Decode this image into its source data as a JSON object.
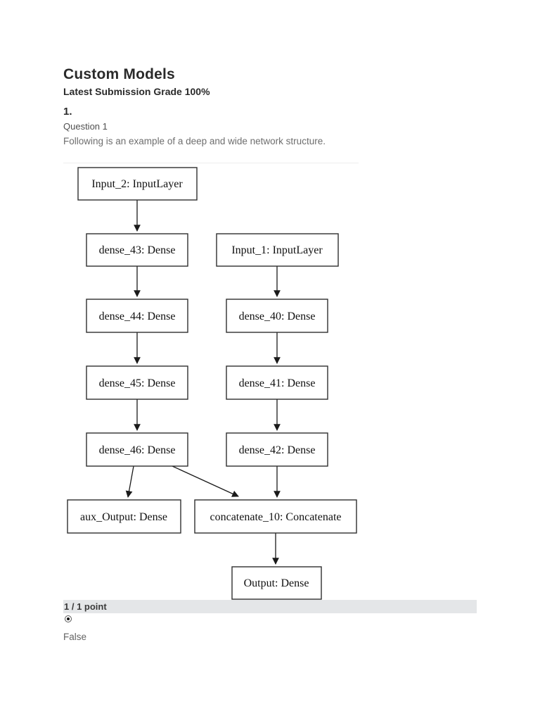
{
  "page": {
    "title": "Custom Models",
    "subtitle": "Latest Submission Grade 100%"
  },
  "question": {
    "number_label": "1.",
    "heading": "Question 1",
    "prompt": "Following is an example of a deep and wide network structure."
  },
  "diagram": {
    "nodes": [
      {
        "id": "input_2",
        "label": "Input_2: InputLayer"
      },
      {
        "id": "dense_43",
        "label": "dense_43: Dense"
      },
      {
        "id": "input_1",
        "label": "Input_1: InputLayer"
      },
      {
        "id": "dense_44",
        "label": "dense_44: Dense"
      },
      {
        "id": "dense_40",
        "label": "dense_40: Dense"
      },
      {
        "id": "dense_45",
        "label": "dense_45: Dense"
      },
      {
        "id": "dense_41",
        "label": "dense_41: Dense"
      },
      {
        "id": "dense_46",
        "label": "dense_46: Dense"
      },
      {
        "id": "dense_42",
        "label": "dense_42: Dense"
      },
      {
        "id": "aux_output",
        "label": "aux_Output: Dense"
      },
      {
        "id": "concatenate_10",
        "label": "concatenate_10: Concatenate"
      },
      {
        "id": "output",
        "label": "Output: Dense"
      }
    ],
    "edges": [
      {
        "from": "input_2",
        "to": "dense_43"
      },
      {
        "from": "dense_43",
        "to": "dense_44"
      },
      {
        "from": "dense_44",
        "to": "dense_45"
      },
      {
        "from": "dense_45",
        "to": "dense_46"
      },
      {
        "from": "input_1",
        "to": "dense_40"
      },
      {
        "from": "dense_40",
        "to": "dense_41"
      },
      {
        "from": "dense_41",
        "to": "dense_42"
      },
      {
        "from": "dense_46",
        "to": "aux_output"
      },
      {
        "from": "dense_46",
        "to": "concatenate_10"
      },
      {
        "from": "dense_42",
        "to": "concatenate_10"
      },
      {
        "from": "concatenate_10",
        "to": "output"
      }
    ]
  },
  "result": {
    "points_label": "1 / 1 point",
    "selected": true,
    "selected_answer": "False"
  },
  "colors": {
    "points_bar_bg": "#e4e6e8",
    "box_stroke": "#2f2f2f",
    "text_dark": "#2a2a2a",
    "text_gray": "#6e6e6e"
  }
}
